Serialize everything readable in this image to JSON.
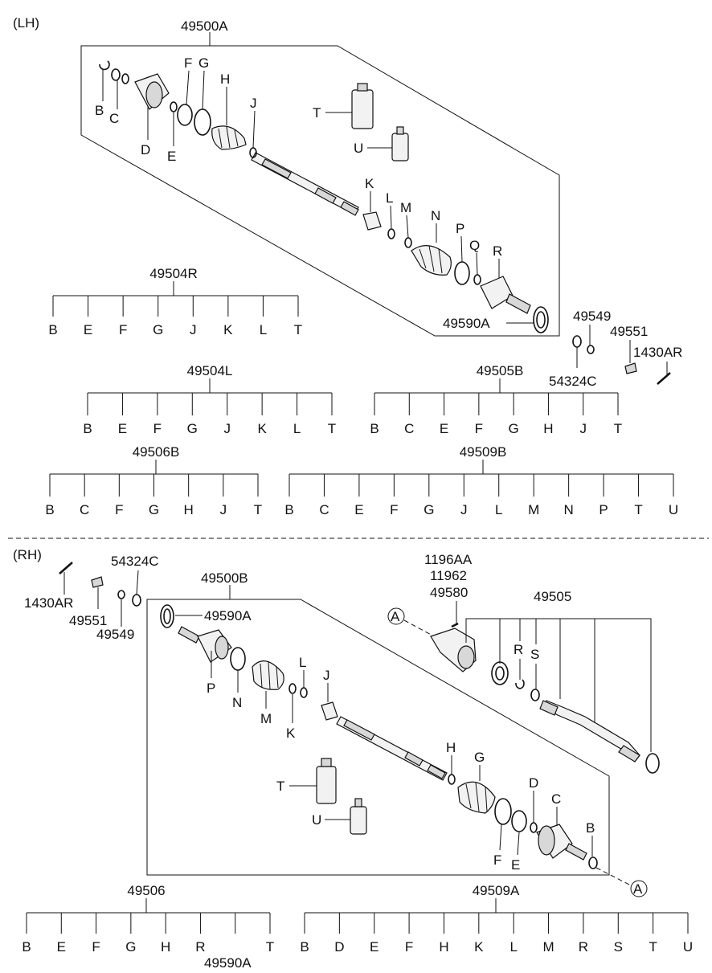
{
  "sections": {
    "lh": "(LH)",
    "rh": "(RH)"
  },
  "lh": {
    "assembly": "49500A",
    "callouts": [
      "B",
      "C",
      "D",
      "E",
      "F",
      "G",
      "H",
      "J",
      "K",
      "L",
      "M",
      "N",
      "P",
      "Q",
      "R",
      "T",
      "U"
    ],
    "gear_label": "49590A",
    "trees": [
      {
        "id": "49504R",
        "items": [
          "B",
          "E",
          "F",
          "G",
          "J",
          "K",
          "L",
          "T"
        ]
      },
      {
        "id": "49504L",
        "items": [
          "B",
          "E",
          "F",
          "G",
          "J",
          "K",
          "L",
          "T"
        ]
      },
      {
        "id": "49505B",
        "items": [
          "B",
          "C",
          "E",
          "F",
          "G",
          "H",
          "J",
          "T"
        ]
      },
      {
        "id": "49506B",
        "items": [
          "B",
          "C",
          "F",
          "G",
          "H",
          "J",
          "T"
        ]
      },
      {
        "id": "49509B",
        "items": [
          "B",
          "C",
          "E",
          "F",
          "G",
          "J",
          "L",
          "M",
          "N",
          "P",
          "T",
          "U"
        ]
      }
    ]
  },
  "hardware_lh": {
    "p1": "49549",
    "p2": "49551",
    "p3": "1430AR",
    "p4": "54324C"
  },
  "hardware_rh": {
    "p1": "54324C",
    "p2": "1430AR",
    "p3": "49551",
    "p4": "49549"
  },
  "rh": {
    "assembly": "49500B",
    "gear_label": "49590A",
    "bracket": [
      "1196AA",
      "11962",
      "49580"
    ],
    "shaft_assy": "49505",
    "shaft_callouts": [
      "R",
      "S"
    ],
    "callouts": [
      "P",
      "N",
      "M",
      "K",
      "L",
      "J",
      "H",
      "G",
      "D",
      "C",
      "B",
      "F",
      "E",
      "T",
      "U"
    ],
    "ref": "A",
    "trees": [
      {
        "id": "49506",
        "items": [
          "B",
          "E",
          "F",
          "G",
          "H",
          "R",
          "",
          "T"
        ],
        "extra": "49590A"
      },
      {
        "id": "49509A",
        "items": [
          "B",
          "D",
          "E",
          "F",
          "H",
          "K",
          "L",
          "M",
          "R",
          "S",
          "T",
          "U"
        ]
      }
    ]
  }
}
